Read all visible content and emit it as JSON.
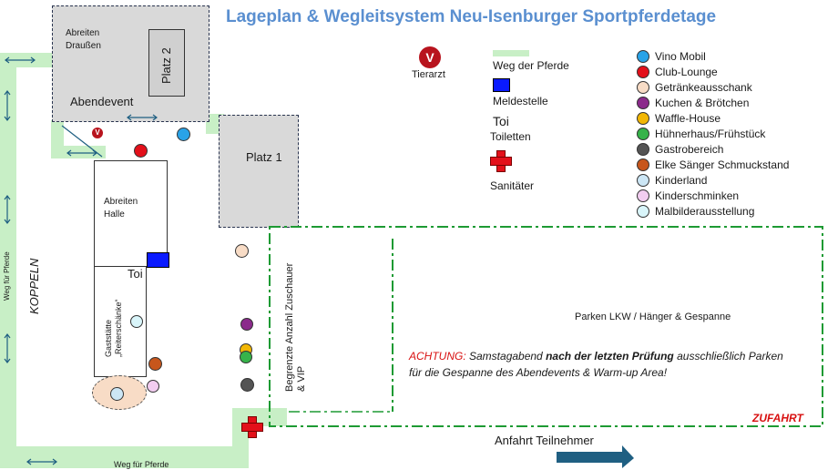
{
  "title": "Lageplan & Wegleitsystem Neu-Isenburger Sportpferdetage",
  "colors": {
    "title": "#5a8fd0",
    "path": "#c8efc6",
    "parking_border": "#1d9a33",
    "area_fill": "#d9d9d9",
    "warning": "#d81010",
    "arrow": "#1f5f82",
    "registration": "#0a1aff",
    "medic": "#e3101a"
  },
  "areas": {
    "abreiten_draussen": "Abreiten\nDraußen",
    "platz2": "Platz 2",
    "abendevent": "Abendevent",
    "platz1": "Platz 1",
    "abreiten_halle": "Abreiten\nHalle",
    "toi": "Toi",
    "gaststaette": "Gaststätte\n„Reiterschänke“",
    "koppeln": "KOPPELN",
    "weg_links": "Weg für Pferde",
    "weg_unten": "Weg für Pferde",
    "zuschauer": "Begrenzte Anzahl Zuschauer\n& VIP",
    "parken": "Parken LKW / Hänger & Gespanne",
    "zufahrt": "ZUFAHRT",
    "anfahrt": "Anfahrt Teilnehmer"
  },
  "notice": {
    "label": "ACHTUNG:",
    "part1": " Samstagabend ",
    "bold": "nach der letzten Prüfung",
    "part2": " ausschließlich Parken für die Gespanne des Abendevents & Warm-up Area!"
  },
  "symbols": {
    "tierarzt": "Tierarzt",
    "weg": "Weg der Pferde",
    "meldestelle": "Meldestelle",
    "toi_symbol": "Toi",
    "toiletten": "Toiletten",
    "sanitaeter": "Sanitäter"
  },
  "legend": [
    {
      "label": "Vino Mobil",
      "color": "#29a3e8"
    },
    {
      "label": "Club-Lounge",
      "color": "#e3101a"
    },
    {
      "label": "Getränkeausschank",
      "color": "#f8dcc6"
    },
    {
      "label": "Kuchen & Brötchen",
      "color": "#8b2a8b"
    },
    {
      "label": "Waffle-House",
      "color": "#f2b705"
    },
    {
      "label": "Hühnerhaus/Frühstück",
      "color": "#36b34a"
    },
    {
      "label": "Gastrobereich",
      "color": "#545454"
    },
    {
      "label": "Elke Sänger Schmuckstand",
      "color": "#c7561c"
    },
    {
      "label": "Kinderland",
      "color": "#cce6f5"
    },
    {
      "label": "Kinderschminken",
      "color": "#f2cdf0"
    },
    {
      "label": "Malbilderausstellung",
      "color": "#d9f5fa"
    }
  ]
}
